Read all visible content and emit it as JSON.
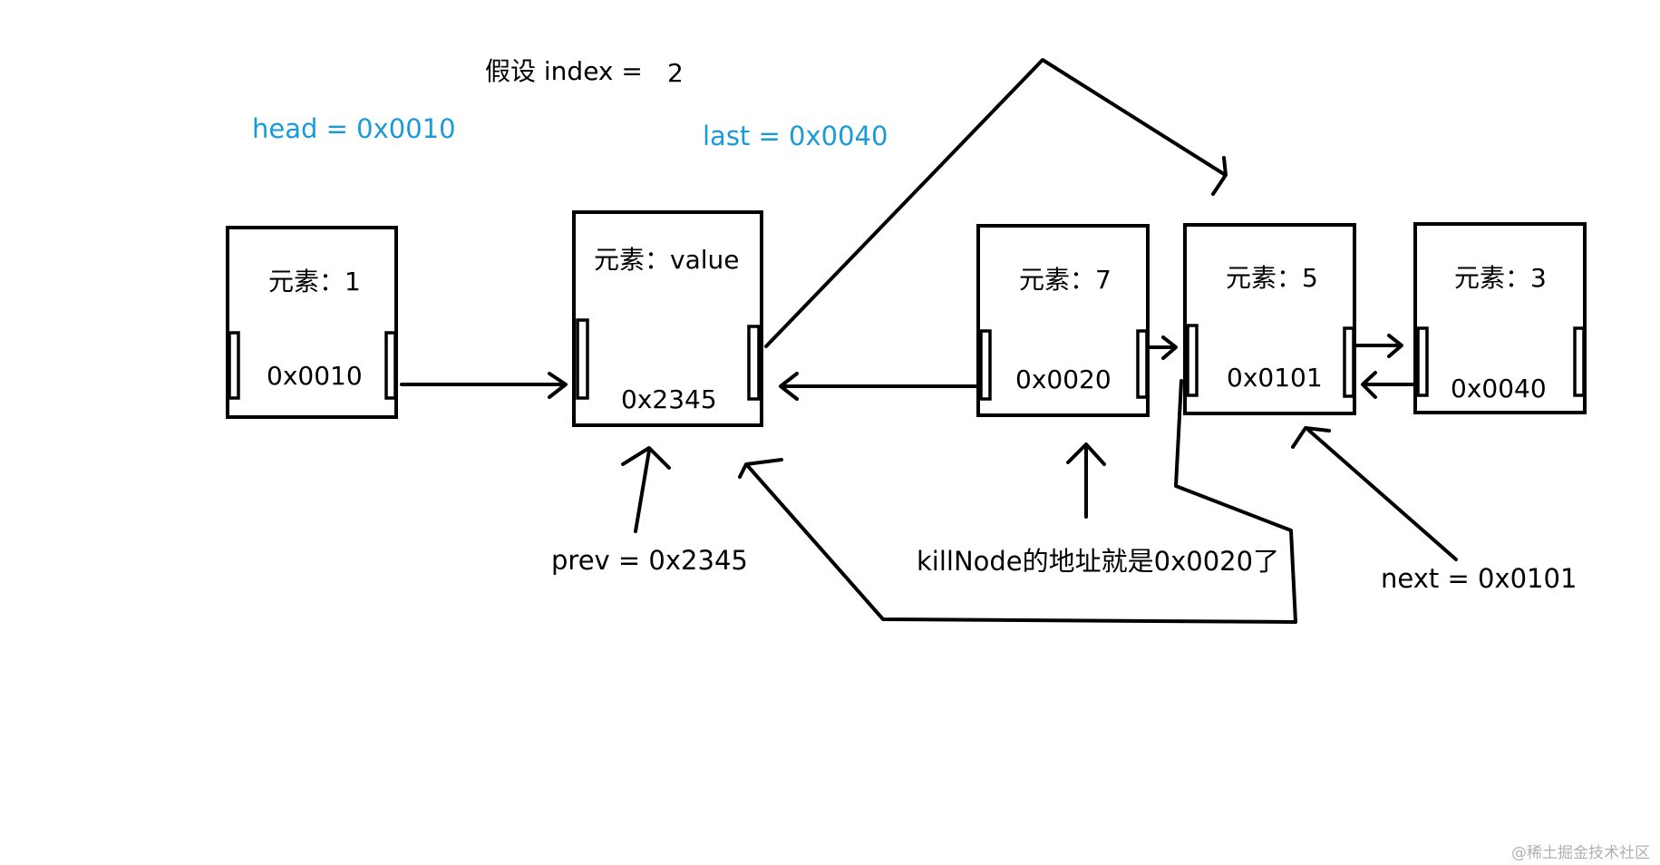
{
  "labels": {
    "assume_index": "假设 index =",
    "index_value": "2",
    "head": "head = 0x0010",
    "last": "last = 0x0040",
    "prev": "prev = 0x2345",
    "killnode": "killNode的地址就是0x0020了",
    "next": "next = 0x0101",
    "watermark": "@稀土掘金技术社区"
  },
  "nodes": [
    {
      "element": "元素：1",
      "address": "0x0010"
    },
    {
      "element": "元素：value",
      "address": "0x2345"
    },
    {
      "element": "元素：7",
      "address": "0x0020"
    },
    {
      "element": "元素：5",
      "address": "0x0101"
    },
    {
      "element": "元素：3",
      "address": "0x0040"
    }
  ],
  "colors": {
    "ink": "#000000",
    "highlight": "#1a9bd7",
    "watermark": "#b0b0b0"
  }
}
